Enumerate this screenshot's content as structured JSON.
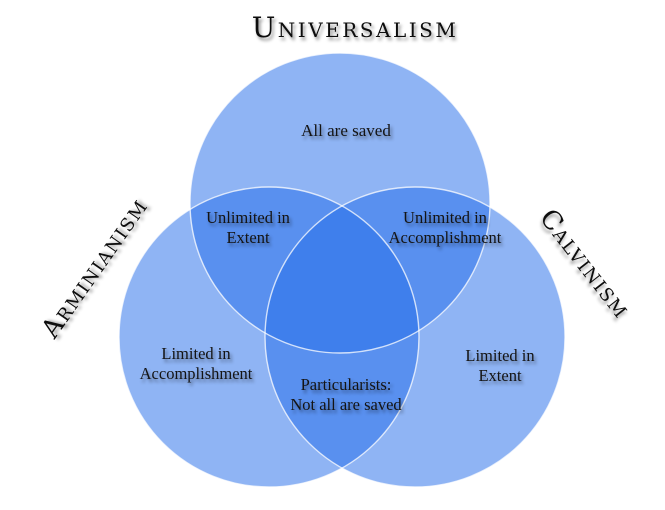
{
  "diagram": {
    "type": "venn",
    "circle_labels": {
      "top": "Universalism",
      "left": "Arminianism",
      "right": "Calvinism"
    },
    "regions": {
      "universalism_only": "All are saved",
      "universalism_arminianism": {
        "line1": "Unlimited in",
        "line2": "Extent"
      },
      "universalism_calvinism": {
        "line1": "Unlimited in",
        "line2": "Accomplishment"
      },
      "arminianism_only": {
        "line1": "Limited in",
        "line2": "Accomplishment"
      },
      "calvinism_only": {
        "line1": "Limited in",
        "line2": "Extent"
      },
      "arminianism_calvinism": {
        "line1": "Particularists:",
        "line2": "Not all are saved"
      }
    }
  },
  "colors": {
    "circle_fill": "#2870EA",
    "circle_edge": "rgba(255,255,255,0.75)",
    "background": "#ffffff",
    "text": "#141414"
  }
}
